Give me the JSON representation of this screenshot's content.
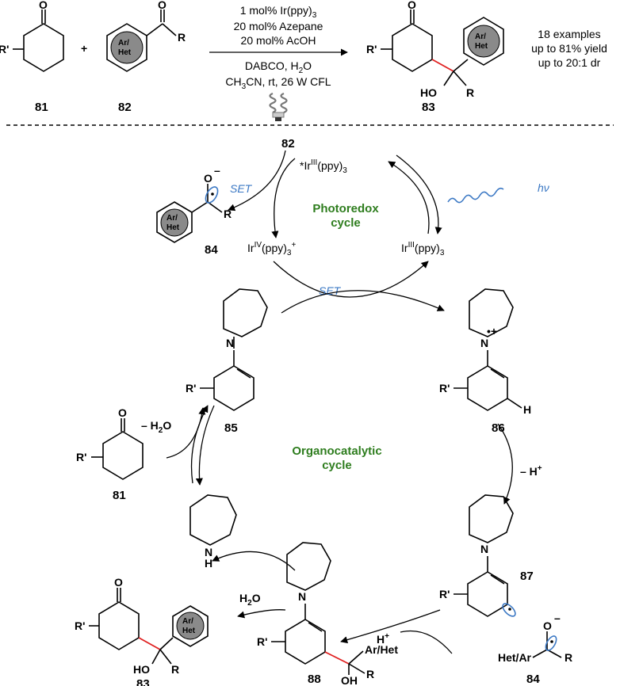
{
  "conditions": {
    "line1": "1 mol% Ir(ppy)",
    "line1_sub": "3",
    "line2": "20 mol% Azepane",
    "line3": "20 mol% AcOH",
    "line4": "DABCO, H",
    "line4_sub": "2",
    "line4_end": "O",
    "line5": "CH",
    "line5_sub": "3",
    "line5_end": "CN, rt, 26 W CFL"
  },
  "results": {
    "line1": "18 examples",
    "line2": "up to 81% yield",
    "line3": "up to 20:1 dr"
  },
  "compounds": {
    "c81": "81",
    "c82": "82",
    "c83": "83",
    "c84": "84",
    "c85": "85",
    "c86": "86",
    "c87": "87",
    "c88": "88"
  },
  "atoms": {
    "O": "O",
    "R": "R",
    "Rp": "R'",
    "N": "N",
    "H": "H",
    "HO": "HO",
    "OH": "OH",
    "NH_N": "N",
    "NH_H": "H",
    "ArHet": "Ar/Het",
    "HetAr": "Het/Ar",
    "Ar": "Ar/",
    "Het": "Het"
  },
  "photoredox": {
    "title1": "Photoredox",
    "title2": "cycle",
    "ir3_star": "*Ir",
    "ir3_star_sup": "III",
    "ir3_star_end": "(ppy)",
    "ir3_star_sub": "3",
    "ir4": "Ir",
    "ir4_sup": "IV",
    "ir4_end": "(ppy)",
    "ir4_sub": "3",
    "ir4_charge": "+",
    "ir3": "Ir",
    "ir3_sup": "III",
    "ir3_end": "(ppy)",
    "ir3_sub": "3",
    "set1": "SET",
    "set2": "SET",
    "hv": "hν"
  },
  "organo": {
    "title1": "Organocatalytic",
    "title2": "cycle",
    "minus_h2o": "– H",
    "minus_h2o_sub": "2",
    "minus_h2o_end": "O",
    "minus_h": "– H",
    "minus_h_sup": "+",
    "h2o": "H",
    "h2o_sub": "2",
    "h2o_end": "O",
    "hplus": "H",
    "hplus_sup": "+",
    "radical_cation": "•+",
    "anion": "–"
  },
  "colors": {
    "red_bond": "#e02020",
    "blue_orbital": "#3b78c4",
    "green_title": "#2e7d1e",
    "ar_circle": "#8a8a8a"
  },
  "icons": [
    "cfl-bulb-icon",
    "wavy-light-icon"
  ]
}
